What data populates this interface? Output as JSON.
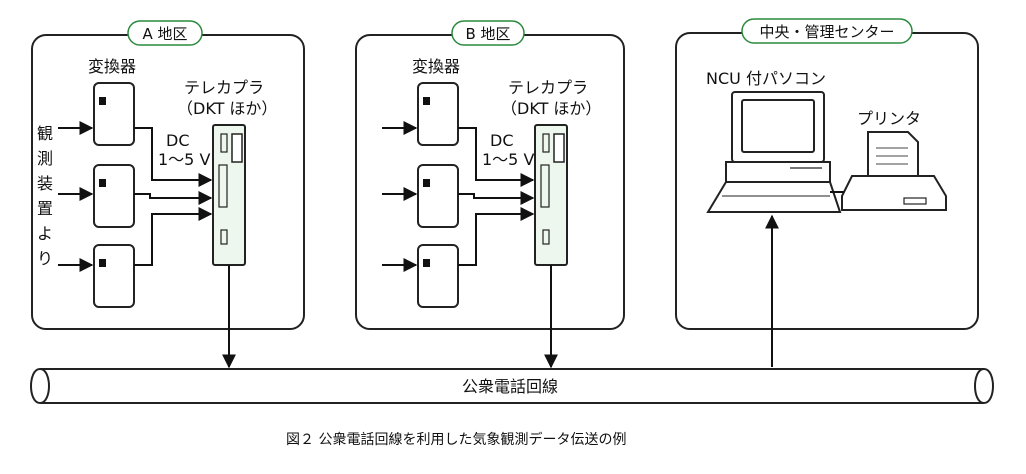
{
  "regions": {
    "a": {
      "title": "A 地区",
      "converter_label": "変換器",
      "coupler_label": "テレカプラ",
      "coupler_sub": "（DKT ほか）",
      "dc_label": "DC",
      "volt_label": "1〜5 V"
    },
    "b": {
      "title": "B 地区",
      "converter_label": "変換器",
      "coupler_label": "テレカプラ",
      "coupler_sub": "（DKT ほか）",
      "dc_label": "DC",
      "volt_label": "1〜5 V"
    },
    "center": {
      "title": "中央・管理センター",
      "pc_label": "NCU 付パソコン",
      "printer_label": "プリンタ"
    }
  },
  "input_side_label": [
    "観",
    "測",
    "装",
    "置",
    "よ",
    "り"
  ],
  "phone_line_label": "公衆電話回線",
  "caption": "図２  公衆電話回線を利用した気象観測データ伝送の例",
  "colors": {
    "tag_border": "#2b8a3e",
    "tag_text": "#2b6b33",
    "coupler_fill": "#eef7ee"
  }
}
